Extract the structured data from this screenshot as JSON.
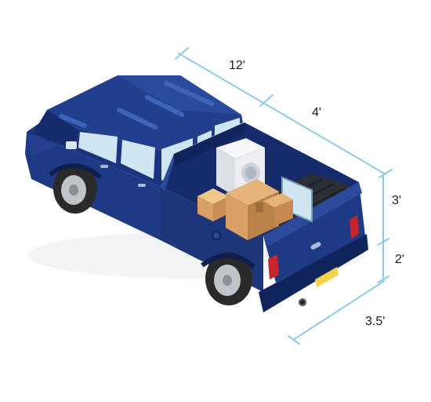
{
  "dimensions": {
    "total_length": "12'",
    "bed_length": "4'",
    "cargo_height": "3'",
    "bed_height": "2'",
    "bed_width": "3.5'"
  },
  "colors": {
    "dimension_line": "#8ecbe4",
    "truck_body": "#1e3a85",
    "truck_dark": "#142a66",
    "truck_shadow": "#0e1f4e",
    "window": "#cfe6f2",
    "tire": "#2a2a2a",
    "rim": "#bfc4c9",
    "box": "#d9a066",
    "box_dark": "#b98248",
    "washer": "#eceef1",
    "plate": "#f2d34a",
    "tail_light": "#c8242b"
  }
}
